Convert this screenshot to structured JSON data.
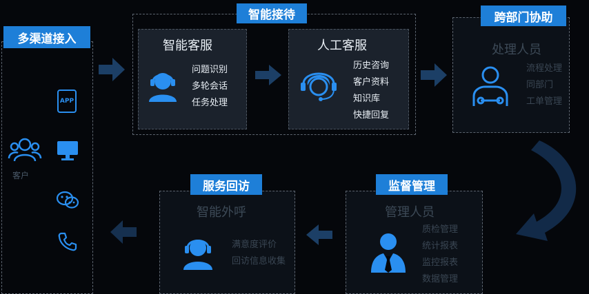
{
  "sections": {
    "channels": {
      "tag": "多渠道接入",
      "client_label": "客户",
      "app_label": "APP"
    },
    "reception": {
      "tag": "智能接待",
      "smart_service": {
        "title": "智能客服",
        "items": [
          "问题识别",
          "多轮会话",
          "任务处理"
        ]
      },
      "human_service": {
        "title": "人工客服",
        "items": [
          "历史咨询",
          "客户资料",
          "知识库",
          "快捷回复"
        ]
      }
    },
    "cross_dept": {
      "tag": "跨部门协助",
      "title": "处理人员",
      "items": [
        "流程处理",
        "同部门",
        "工单管理"
      ]
    },
    "supervision": {
      "tag": "监督管理",
      "title": "管理人员",
      "items": [
        "质检管理",
        "统计报表",
        "监控报表",
        "数据管理"
      ]
    },
    "revisit": {
      "tag": "服务回访",
      "title": "智能外呼",
      "items": [
        "满意度评价",
        "回访信息收集"
      ]
    }
  },
  "colors": {
    "accent": "#1e7fd8",
    "icon": "#2a8ff0",
    "arrow": "#1c3f66",
    "background": "#05070b"
  }
}
